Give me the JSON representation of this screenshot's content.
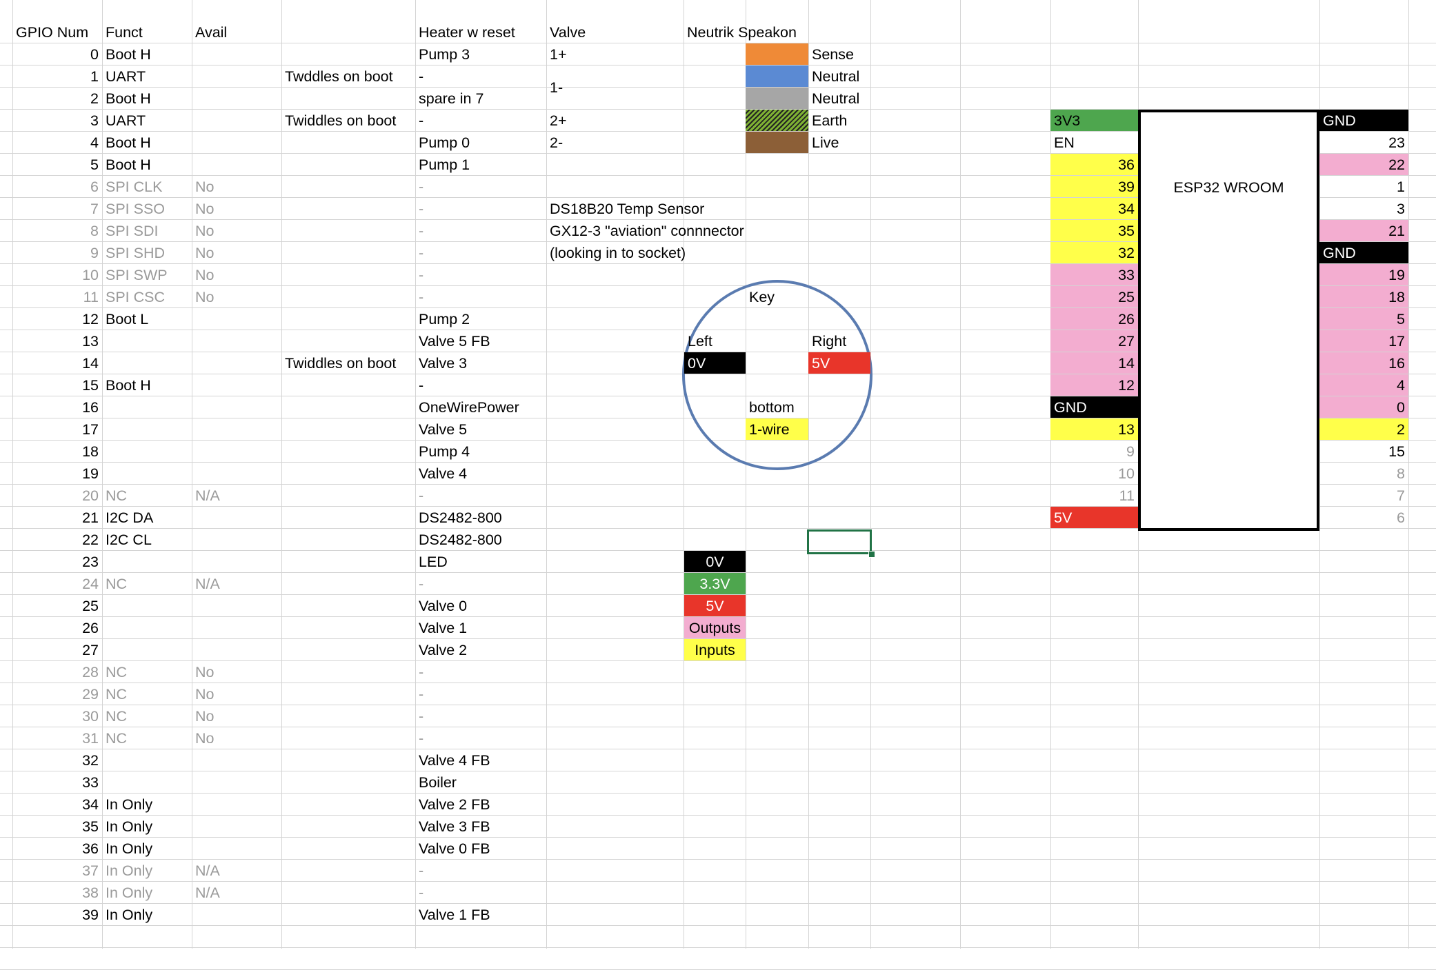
{
  "colors": {
    "gridline": "#d4d4d4",
    "black": "#000000",
    "green": "#4ea64e",
    "red": "#e8352a",
    "pink": "#f3add0",
    "yellow": "#ffff4a",
    "orange": "#ef8a37",
    "blue": "#5b8ad3",
    "grey": "#a6a6a6",
    "earth_hatch": "#7eb133",
    "brown": "#8c5f37",
    "dim_text": "#9a9a9a",
    "circle": "#5a7bb0",
    "selection": "#217346"
  },
  "gpio_table": {
    "headers": [
      "GPIO Num",
      "Funct",
      "Avail",
      "Heater w reset"
    ],
    "rows": [
      {
        "num": "0",
        "funct": "Boot H",
        "avail": "",
        "note": "",
        "heater": "Pump 3",
        "dim": false
      },
      {
        "num": "1",
        "funct": "UART",
        "avail": "",
        "note": "Twddles on boot",
        "heater": "-",
        "dim": false
      },
      {
        "num": "2",
        "funct": "Boot H",
        "avail": "",
        "note": "",
        "heater": "spare in 7",
        "dim": false
      },
      {
        "num": "3",
        "funct": "UART",
        "avail": "",
        "note": "Twiddles on boot",
        "heater": "-",
        "dim": false
      },
      {
        "num": "4",
        "funct": "Boot H",
        "avail": "",
        "note": "",
        "heater": "Pump 0",
        "dim": false
      },
      {
        "num": "5",
        "funct": "Boot H",
        "avail": "",
        "note": "",
        "heater": "Pump 1",
        "dim": false
      },
      {
        "num": "6",
        "funct": "SPI CLK",
        "avail": "No",
        "note": "",
        "heater": "-",
        "dim": true
      },
      {
        "num": "7",
        "funct": "SPI SSO",
        "avail": "No",
        "note": "",
        "heater": "-",
        "dim": true
      },
      {
        "num": "8",
        "funct": "SPI SDI",
        "avail": "No",
        "note": "",
        "heater": "-",
        "dim": true
      },
      {
        "num": "9",
        "funct": "SPI SHD",
        "avail": "No",
        "note": "",
        "heater": "-",
        "dim": true
      },
      {
        "num": "10",
        "funct": "SPI SWP",
        "avail": "No",
        "note": "",
        "heater": "-",
        "dim": true
      },
      {
        "num": "11",
        "funct": "SPI CSC",
        "avail": "No",
        "note": "",
        "heater": "-",
        "dim": true
      },
      {
        "num": "12",
        "funct": "Boot L",
        "avail": "",
        "note": "",
        "heater": "Pump 2",
        "dim": false
      },
      {
        "num": "13",
        "funct": "",
        "avail": "",
        "note": "",
        "heater": "Valve 5 FB",
        "dim": false
      },
      {
        "num": "14",
        "funct": "",
        "avail": "",
        "note": "Twiddles on boot",
        "heater": "Valve 3",
        "dim": false
      },
      {
        "num": "15",
        "funct": "Boot H",
        "avail": "",
        "note": "",
        "heater": "-",
        "dim": false
      },
      {
        "num": "16",
        "funct": "",
        "avail": "",
        "note": "",
        "heater": "OneWirePower",
        "dim": false
      },
      {
        "num": "17",
        "funct": "",
        "avail": "",
        "note": "",
        "heater": "Valve 5",
        "dim": false
      },
      {
        "num": "18",
        "funct": "",
        "avail": "",
        "note": "",
        "heater": "Pump 4",
        "dim": false
      },
      {
        "num": "19",
        "funct": "",
        "avail": "",
        "note": "",
        "heater": "Valve 4",
        "dim": false
      },
      {
        "num": "20",
        "funct": "NC",
        "avail": "N/A",
        "note": "",
        "heater": "-",
        "dim": true
      },
      {
        "num": "21",
        "funct": "I2C DA",
        "avail": "",
        "note": "",
        "heater": "DS2482-800",
        "dim": false
      },
      {
        "num": "22",
        "funct": "I2C CL",
        "avail": "",
        "note": "",
        "heater": "DS2482-800",
        "dim": false
      },
      {
        "num": "23",
        "funct": "",
        "avail": "",
        "note": "",
        "heater": "LED",
        "dim": false
      },
      {
        "num": "24",
        "funct": "NC",
        "avail": "N/A",
        "note": "",
        "heater": "-",
        "dim": true
      },
      {
        "num": "25",
        "funct": "",
        "avail": "",
        "note": "",
        "heater": "Valve 0",
        "dim": false
      },
      {
        "num": "26",
        "funct": "",
        "avail": "",
        "note": "",
        "heater": "Valve 1",
        "dim": false
      },
      {
        "num": "27",
        "funct": "",
        "avail": "",
        "note": "",
        "heater": "Valve 2",
        "dim": false
      },
      {
        "num": "28",
        "funct": "NC",
        "avail": "No",
        "note": "",
        "heater": "-",
        "dim": true
      },
      {
        "num": "29",
        "funct": "NC",
        "avail": "No",
        "note": "",
        "heater": "-",
        "dim": true
      },
      {
        "num": "30",
        "funct": "NC",
        "avail": "No",
        "note": "",
        "heater": "-",
        "dim": true
      },
      {
        "num": "31",
        "funct": "NC",
        "avail": "No",
        "note": "",
        "heater": "-",
        "dim": true
      },
      {
        "num": "32",
        "funct": "",
        "avail": "",
        "note": "",
        "heater": "Valve 4 FB",
        "dim": false
      },
      {
        "num": "33",
        "funct": "",
        "avail": "",
        "note": "",
        "heater": "Boiler",
        "dim": false
      },
      {
        "num": "34",
        "funct": "In Only",
        "avail": "",
        "note": "",
        "heater": "Valve 2 FB",
        "dim": false
      },
      {
        "num": "35",
        "funct": "In Only",
        "avail": "",
        "note": "",
        "heater": "Valve 3 FB",
        "dim": false
      },
      {
        "num": "36",
        "funct": "In Only",
        "avail": "",
        "note": "",
        "heater": "Valve 0 FB",
        "dim": false
      },
      {
        "num": "37",
        "funct": "In Only",
        "avail": "N/A",
        "note": "",
        "heater": "-",
        "dim": true
      },
      {
        "num": "38",
        "funct": "In Only",
        "avail": "N/A",
        "note": "",
        "heater": "-",
        "dim": true
      },
      {
        "num": "39",
        "funct": "In Only",
        "avail": "",
        "note": "",
        "heater": "Valve 1 FB",
        "dim": false
      }
    ]
  },
  "speakon": {
    "header_valve": "Valve",
    "header_title": "Neutrik Speakon",
    "rows": [
      {
        "valve": "1+",
        "swatch": "orange",
        "label": "Sense"
      },
      {
        "valve": "1-",
        "swatch": "blue",
        "label": "Neutral"
      },
      {
        "valve": "",
        "swatch": "grey",
        "label": "Neutral"
      },
      {
        "valve": "2+",
        "swatch": "earth_hatch",
        "label": "Earth"
      },
      {
        "valve": "2-",
        "swatch": "brown",
        "label": "Live"
      }
    ]
  },
  "sensor": {
    "line1": "DS18B20 Temp Sensor",
    "line2": "GX12-3  \"aviation\" connnector",
    "line3": "(looking in to socket)",
    "key_label": "Key",
    "left_label": "Left",
    "right_label": "Right",
    "left_pin": "0V",
    "right_pin": "5V",
    "bottom_label": "bottom",
    "bottom_pin": "1-wire"
  },
  "legend": [
    {
      "label": "0V",
      "color": "black"
    },
    {
      "label": "3.3V",
      "color": "green"
    },
    {
      "label": "5V",
      "color": "red"
    },
    {
      "label": "Outputs",
      "color": "pink"
    },
    {
      "label": "Inputs",
      "color": "yellow"
    }
  ],
  "pinout": {
    "title": "ESP32 WROOM",
    "left": [
      {
        "label": "3V3",
        "color": "green",
        "align": "left"
      },
      {
        "label": "EN",
        "color": "",
        "align": "left"
      },
      {
        "label": "36",
        "color": "yellow",
        "align": "right"
      },
      {
        "label": "39",
        "color": "yellow",
        "align": "right"
      },
      {
        "label": "34",
        "color": "yellow",
        "align": "right"
      },
      {
        "label": "35",
        "color": "yellow",
        "align": "right"
      },
      {
        "label": "32",
        "color": "yellow",
        "align": "right"
      },
      {
        "label": "33",
        "color": "pink",
        "align": "right"
      },
      {
        "label": "25",
        "color": "pink",
        "align": "right"
      },
      {
        "label": "26",
        "color": "pink",
        "align": "right"
      },
      {
        "label": "27",
        "color": "pink",
        "align": "right"
      },
      {
        "label": "14",
        "color": "pink",
        "align": "right"
      },
      {
        "label": "12",
        "color": "pink",
        "align": "right"
      },
      {
        "label": "GND",
        "color": "black",
        "align": "left"
      },
      {
        "label": "13",
        "color": "yellow",
        "align": "right"
      },
      {
        "label": "9",
        "color": "",
        "align": "right",
        "dim": true
      },
      {
        "label": "10",
        "color": "",
        "align": "right",
        "dim": true
      },
      {
        "label": "11",
        "color": "",
        "align": "right",
        "dim": true
      },
      {
        "label": "5V",
        "color": "red",
        "align": "left"
      }
    ],
    "right": [
      {
        "label": "GND",
        "color": "black",
        "align": "left"
      },
      {
        "label": "23",
        "color": "",
        "align": "right"
      },
      {
        "label": "22",
        "color": "pink",
        "align": "right"
      },
      {
        "label": "1",
        "color": "",
        "align": "right"
      },
      {
        "label": "3",
        "color": "",
        "align": "right"
      },
      {
        "label": "21",
        "color": "pink",
        "align": "right"
      },
      {
        "label": "GND",
        "color": "black",
        "align": "left"
      },
      {
        "label": "19",
        "color": "pink",
        "align": "right"
      },
      {
        "label": "18",
        "color": "pink",
        "align": "right"
      },
      {
        "label": "5",
        "color": "pink",
        "align": "right"
      },
      {
        "label": "17",
        "color": "pink",
        "align": "right"
      },
      {
        "label": "16",
        "color": "pink",
        "align": "right"
      },
      {
        "label": "4",
        "color": "pink",
        "align": "right"
      },
      {
        "label": "0",
        "color": "pink",
        "align": "right"
      },
      {
        "label": "2",
        "color": "yellow",
        "align": "right"
      },
      {
        "label": "15",
        "color": "",
        "align": "right"
      },
      {
        "label": "8",
        "color": "",
        "align": "right",
        "dim": true
      },
      {
        "label": "7",
        "color": "",
        "align": "right",
        "dim": true
      },
      {
        "label": "6",
        "color": "",
        "align": "right",
        "dim": true
      }
    ]
  }
}
